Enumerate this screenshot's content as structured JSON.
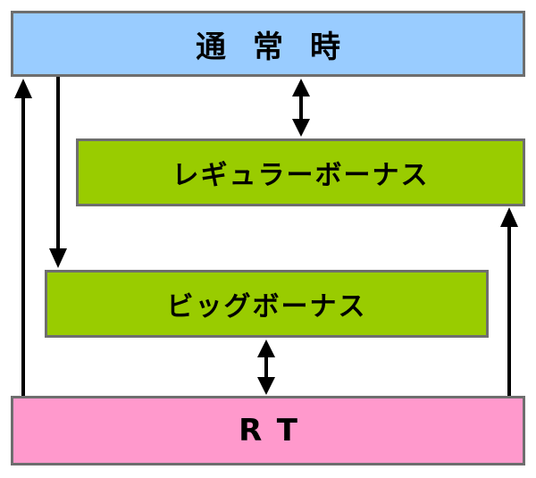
{
  "states": {
    "normal": "通常時",
    "regular_bonus": "レギュラーボーナス",
    "big_bonus": "ビッグボーナス",
    "rt": "RT"
  },
  "colors": {
    "normal_fill": "#99ccff",
    "bonus_fill": "#99cc00",
    "rt_fill": "#ff99cc",
    "border": "#6e6e6e",
    "arrow": "#000000"
  }
}
